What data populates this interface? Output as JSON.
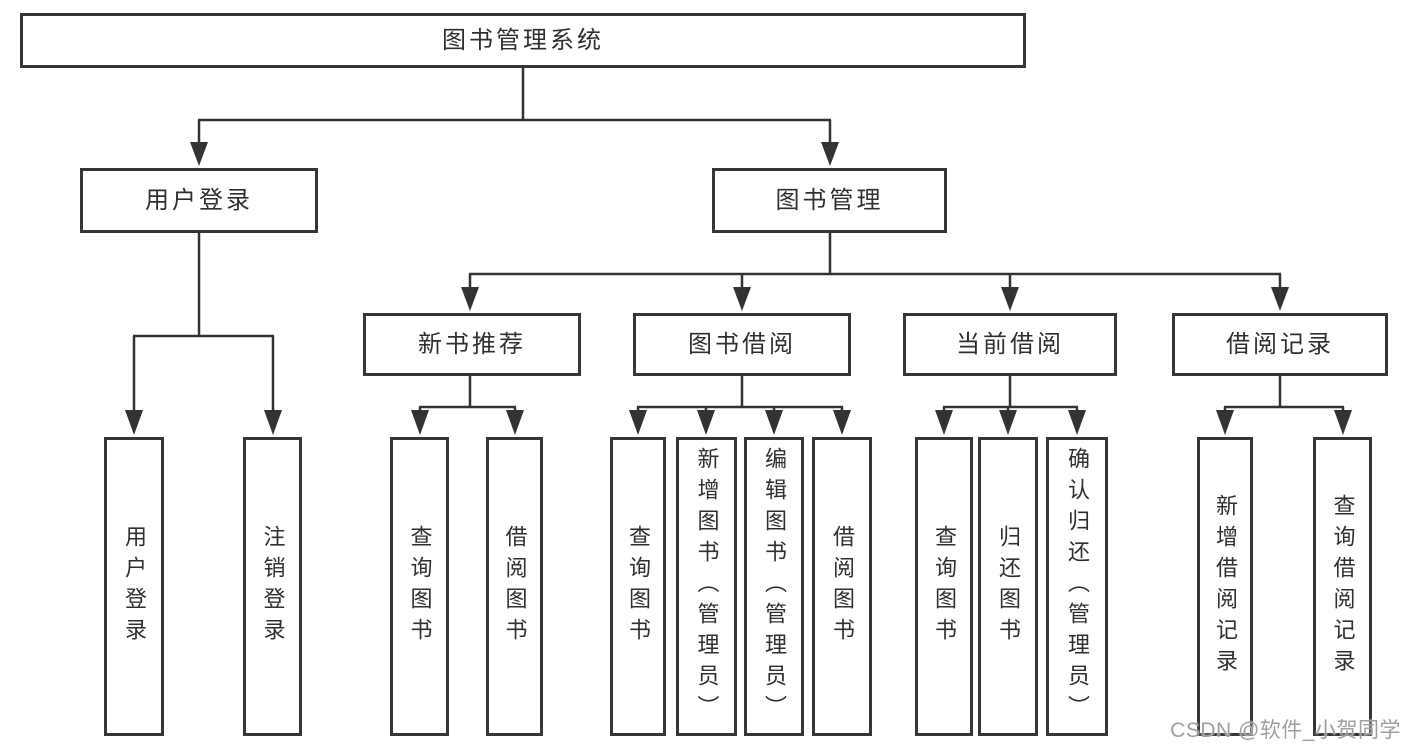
{
  "title": "图书管理系统",
  "tree": {
    "user": {
      "label": "用户登录",
      "leaves": [
        "用户登录",
        "注销登录"
      ]
    },
    "book": {
      "label": "图书管理",
      "sections": [
        {
          "label": "新书推荐",
          "leaves": [
            "查询图书",
            "借阅图书"
          ]
        },
        {
          "label": "图书借阅",
          "leaves": [
            "查询图书",
            "新增图书（管理员）",
            "编辑图书（管理员）",
            "借阅图书"
          ]
        },
        {
          "label": "当前借阅",
          "leaves": [
            "查询图书",
            "归还图书",
            "确认归还（管理员）"
          ]
        },
        {
          "label": "借阅记录",
          "leaves": [
            "新增借阅记录",
            "查询借阅记录"
          ]
        }
      ]
    }
  },
  "watermark": "CSDN @软件_小贺同学",
  "colors": {
    "line": "#333333",
    "box_border": "#363636",
    "text": "#2f2f2f",
    "watermark": "#9e9e9e",
    "background": "#ffffff"
  }
}
